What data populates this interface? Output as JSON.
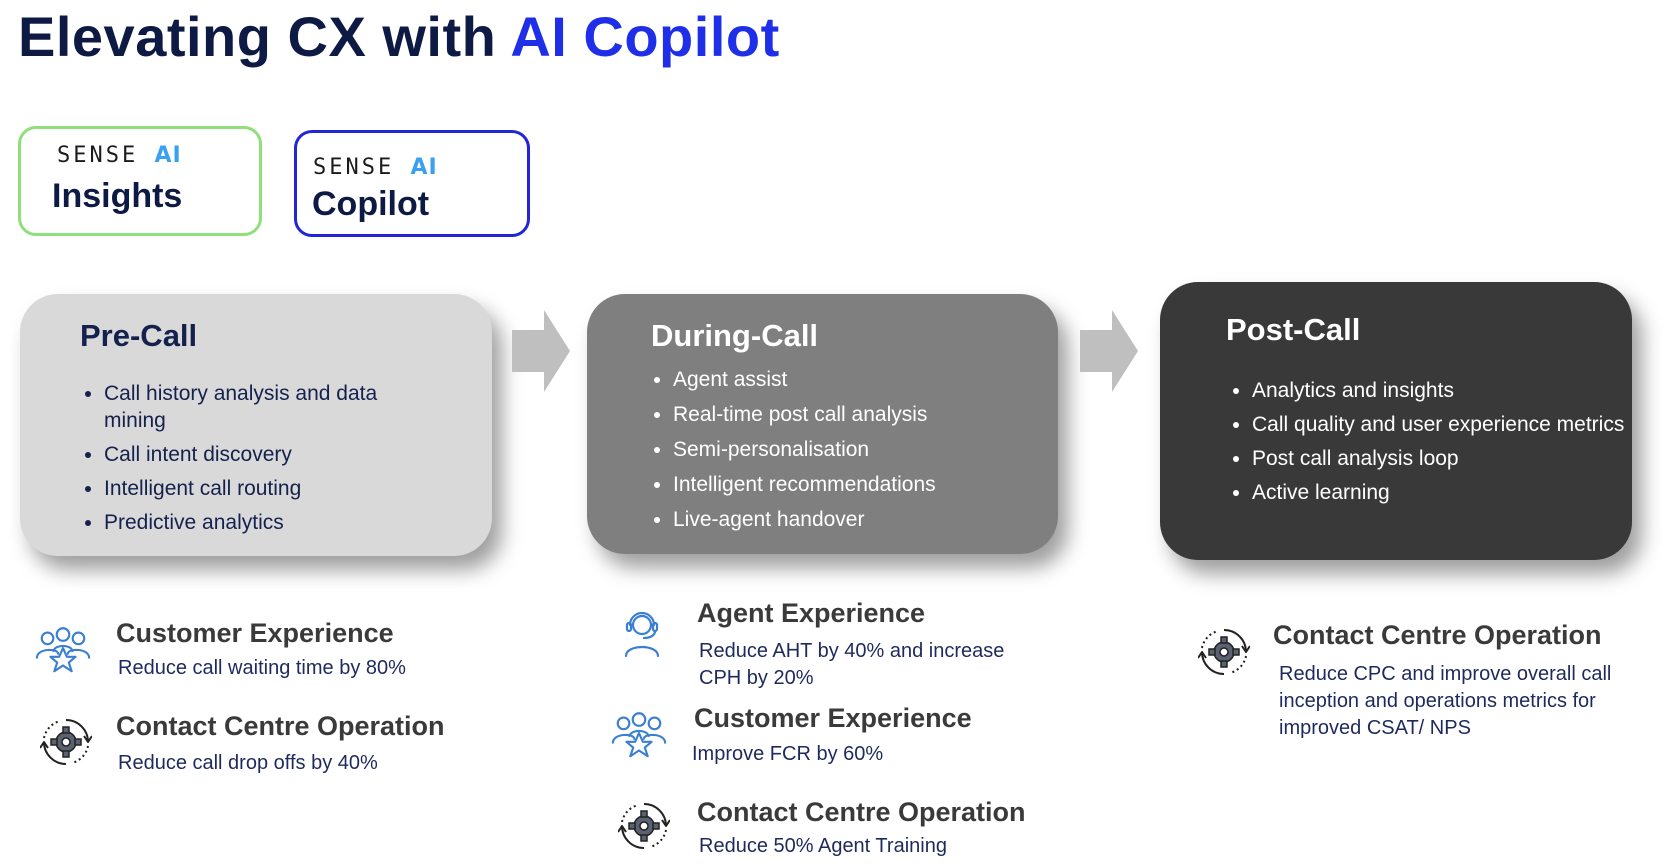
{
  "title": {
    "prefix": "Elevating CX with",
    "highlight": "AI Copilot"
  },
  "brands": [
    {
      "logo_text": "SENSE",
      "logo_ai": "AI",
      "name": "Insights",
      "border_color": "#8fe07a"
    },
    {
      "logo_text": "SENSE",
      "logo_ai": "AI",
      "name": "Copilot",
      "border_color": "#2325d6"
    }
  ],
  "phases": [
    {
      "title": "Pre-Call",
      "bg_color": "#d9d9d9",
      "items": [
        "Call history analysis and data mining",
        "Call intent discovery",
        "Intelligent call routing",
        "Predictive analytics"
      ]
    },
    {
      "title": "During-Call",
      "bg_color": "#7f7f7f",
      "items": [
        "Agent assist",
        "Real-time post call analysis",
        "Semi-personalisation",
        "Intelligent recommendations",
        "Live-agent handover"
      ]
    },
    {
      "title": "Post-Call",
      "bg_color": "#393939",
      "items": [
        "Analytics and insights",
        "Call quality and user experience metrics",
        "Post call analysis loop",
        "Active learning"
      ]
    }
  ],
  "benefits": {
    "pre": [
      {
        "icon": "customer-group-icon",
        "title": "Customer Experience",
        "desc": "Reduce call waiting time by 80%"
      },
      {
        "icon": "gear-cycle-icon",
        "title": "Contact Centre Operation",
        "desc": "Reduce call drop offs by 40%"
      }
    ],
    "during": [
      {
        "icon": "agent-headset-icon",
        "title": "Agent Experience",
        "desc": "Reduce AHT by 40%  and increase CPH by 20%"
      },
      {
        "icon": "customer-group-icon",
        "title": "Customer Experience",
        "desc": "Improve FCR by 60%"
      },
      {
        "icon": "gear-cycle-icon",
        "title": "Contact Centre Operation",
        "desc": "Reduce 50% Agent Training"
      }
    ],
    "post": [
      {
        "icon": "gear-cycle-icon",
        "title": "Contact Centre Operation",
        "desc": "Reduce CPC and improve overall call inception and operations metrics for improved CSAT/ NPS"
      }
    ]
  },
  "colors": {
    "title_dark": "#0d1a44",
    "title_accent": "#1f2fe8",
    "icon_blue": "#3b7fd0",
    "arrow": "#bfbfbf"
  }
}
